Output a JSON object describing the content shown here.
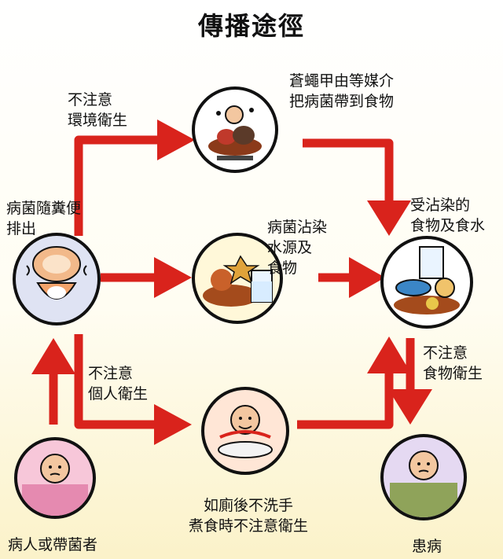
{
  "title": "傳播途徑",
  "colors": {
    "arrow": "#d9231c",
    "outline": "#111111"
  },
  "nodes": [
    {
      "id": "patient",
      "label": "病人或帶菌者",
      "icon": "sick-person-in-bed-icon"
    },
    {
      "id": "toilet",
      "label": "病菌隨糞便\n排出",
      "icon": "toilet-icon"
    },
    {
      "id": "flies",
      "label": "蒼蠅甲由等媒介\n把病菌帶到食物",
      "icon": "fly-on-food-icon"
    },
    {
      "id": "water",
      "label": "病菌沾染\n水源及\n食物",
      "icon": "contaminated-food-water-icon"
    },
    {
      "id": "cook",
      "label": "如廁後不洗手\n煮食時不注意衛生",
      "icon": "cook-eating-icon"
    },
    {
      "id": "contaminated",
      "label": "受沾染的\n食物及食水",
      "icon": "contaminated-plate-icon"
    },
    {
      "id": "ill",
      "label": "患病",
      "icon": "ill-person-icon"
    }
  ],
  "edges": [
    {
      "id": "env",
      "label": "不注意\n環境衛生"
    },
    {
      "id": "personal",
      "label": "不注意\n個人衛生"
    },
    {
      "id": "food",
      "label": "不注意\n食物衛生"
    }
  ]
}
